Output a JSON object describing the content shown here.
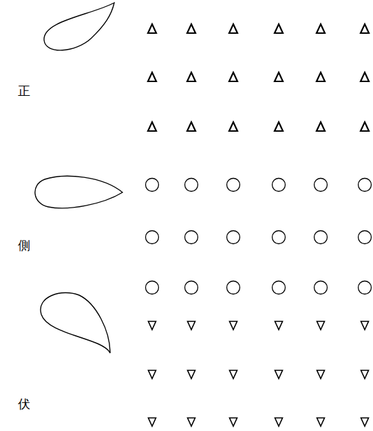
{
  "diagram": {
    "labels": [
      "正",
      "側",
      "伏"
    ]
  }
}
